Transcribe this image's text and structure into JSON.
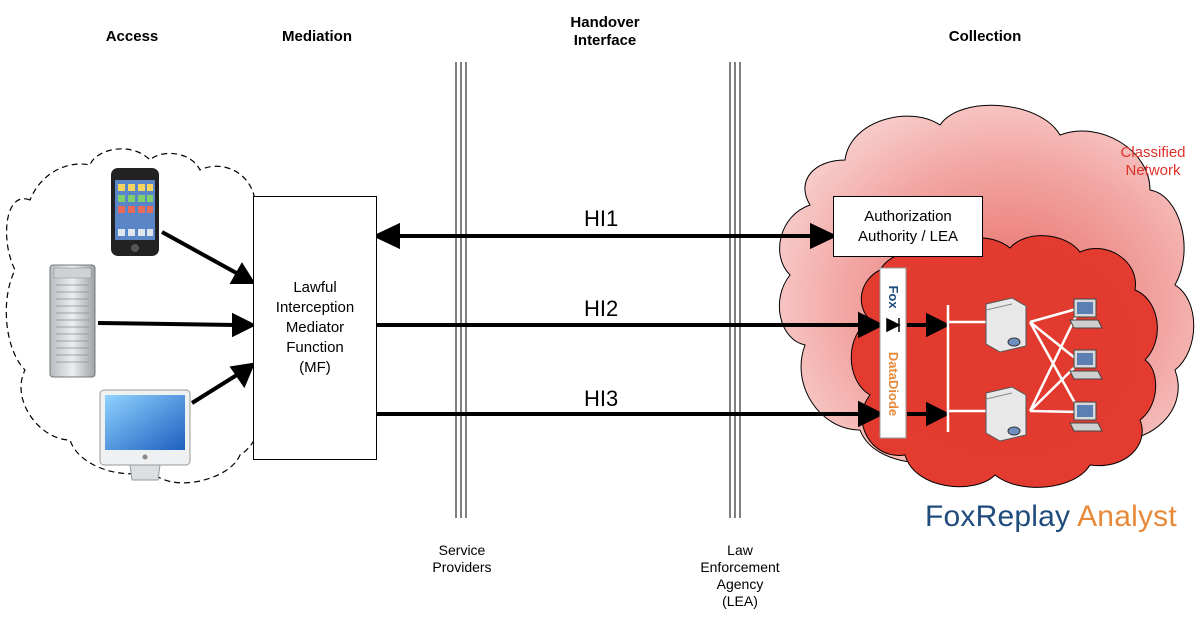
{
  "headers": {
    "access": "Access",
    "mediation": "Mediation",
    "handover": "Handover\nInterface",
    "collection": "Collection"
  },
  "mediator_box": "Lawful\nInterception\nMediator\nFunction\n(MF)",
  "auth_box": "Authorization\nAuthority / LEA",
  "interfaces": {
    "hi1": "HI1",
    "hi2": "HI2",
    "hi3": "HI3"
  },
  "classified_network": "Classified\nNetwork",
  "diode": {
    "fox": "Fox",
    "datadiode": "DataDiode"
  },
  "bottom_labels": {
    "service_providers": "Service\nProviders",
    "lea": "Law\nEnforcement\nAgency\n(LEA)"
  },
  "brand": {
    "part1": "FoxReplay",
    "part2": "Analyst"
  },
  "colors": {
    "classified_red": "#e0312a",
    "cloud_pink": "#f3b3b3",
    "brand_blue": "#1f4b7d",
    "brand_orange": "#e8893a"
  },
  "icons": [
    "smartphone-icon",
    "tower-server-icon",
    "desktop-monitor-icon",
    "server-icon",
    "workstation-icon"
  ]
}
